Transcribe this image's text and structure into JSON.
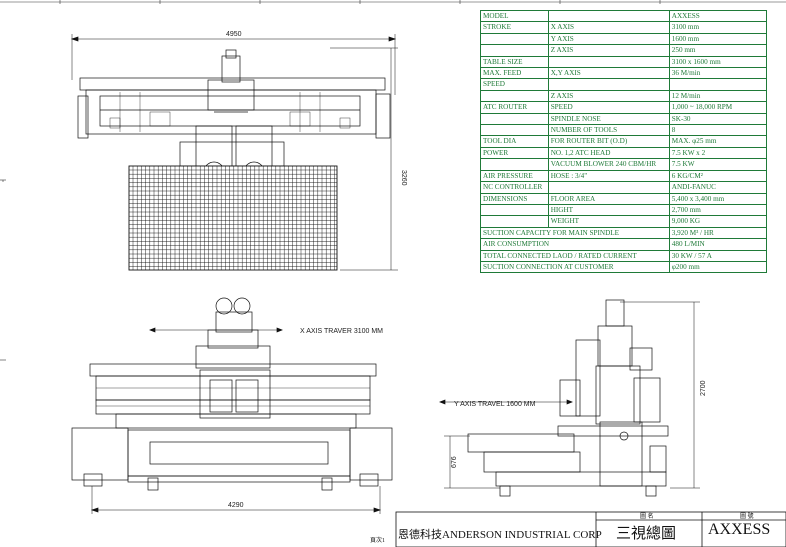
{
  "spec_table": {
    "rows": [
      {
        "c1": "MODEL",
        "c2": "",
        "c3": "AXXESS"
      },
      {
        "c1": "STROKE",
        "c2": "X AXIS",
        "c3": "3100 mm"
      },
      {
        "c1": "",
        "c2": "Y AXIS",
        "c3": "1600 mm"
      },
      {
        "c1": "",
        "c2": "Z AXIS",
        "c3": "250 mm"
      },
      {
        "c1": "TABLE SIZE",
        "c2": "",
        "c3": "3100 x 1600 mm"
      },
      {
        "c1": "MAX. FEED",
        "c2": "X,Y AXIS",
        "c3": "36 M/min"
      },
      {
        "c1": "SPEED",
        "c2": "",
        "c3": ""
      },
      {
        "c1": "",
        "c2": "Z AXIS",
        "c3": "12 M/min"
      },
      {
        "c1": "ATC ROUTER",
        "c2": "SPEED",
        "c3": "1,000 ~ 18,000 RPM"
      },
      {
        "c1": "",
        "c2": "SPINDLE NOSE",
        "c3": "SK-30"
      },
      {
        "c1": "",
        "c2": "NUMBER OF TOOLS",
        "c3": "8"
      },
      {
        "c1": "TOOL DIA",
        "c2": "FOR ROUTER BIT (O.D)",
        "c3": "MAX.   φ25 mm"
      },
      {
        "c1": "POWER",
        "c2": "NO. 1,2 ATC HEAD",
        "c3": "7.5 KW x 2"
      },
      {
        "c1": "",
        "c2": "VACUUM BLOWER 240 CBM/HR",
        "c3": "7.5 KW"
      },
      {
        "c1": "AIR PRESSURE",
        "c2": "HOSE : 3/4\"",
        "c3": "6 KG/CM²"
      },
      {
        "c1": "NC CONTROLLER",
        "c2": "",
        "c3": "ANDI-FANUC"
      },
      {
        "c1": "DIMENSIONS",
        "c2": "FLOOR AREA",
        "c3": "5,400 x 3,400 mm"
      },
      {
        "c1": "",
        "c2": "HIGHT",
        "c3": "2,700 mm"
      },
      {
        "c1": "",
        "c2": "WEIGHT",
        "c3": "9,000 KG"
      }
    ],
    "wide_rows": [
      {
        "label": "SUCTION CAPACITY FOR MAIN SPINDLE",
        "value": "3,920 M³ / HR"
      },
      {
        "label": "AIR CONSUMPTION",
        "value": "480 L/MIN"
      },
      {
        "label": "TOTAL CONNECTED LAOD / RATED CURRENT",
        "value": "30 KW / 57 A"
      },
      {
        "label": "SUCTION CONNECTION AT CUSTOMER",
        "value": "φ200 mm"
      }
    ]
  },
  "dimensions": {
    "top_width": "4950",
    "top_height": "3260",
    "front_width": "4290",
    "x_travel": "X AXIS TRAVER 3100 MM",
    "y_travel": "Y AXIS TRAVEL 1600 MM",
    "side_height": "2700",
    "side_base": "676"
  },
  "title_block": {
    "company": "恩德科技ANDERSON INDUSTRIAL CORP",
    "drawing_name_label": "圖  名",
    "drawing_no_label": "圖  號",
    "drawing_name": "三視總圖",
    "drawing_no": "AXXESS",
    "page": "頁次1"
  }
}
